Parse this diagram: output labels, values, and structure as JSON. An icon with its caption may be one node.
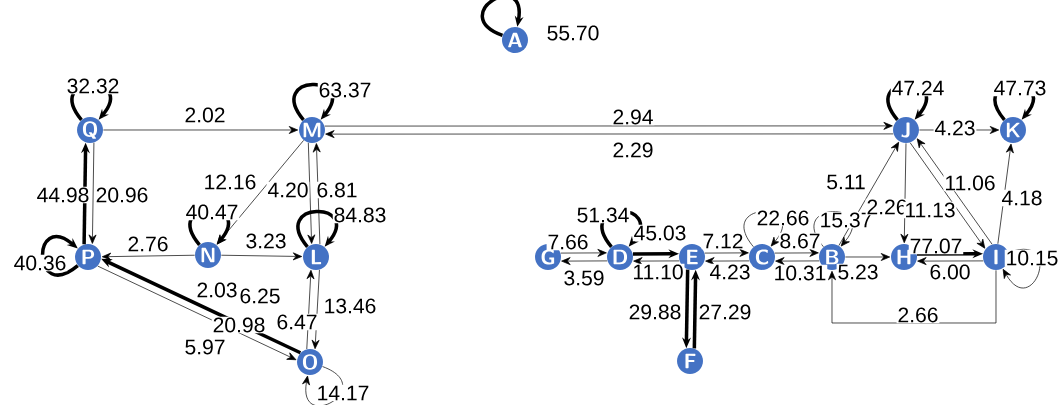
{
  "diagram": {
    "nodes": [
      {
        "text": [
          "A"
        ]
      },
      {
        "text": [
          "Q"
        ]
      },
      {
        "text": [
          "M"
        ]
      },
      {
        "text": [
          "J"
        ]
      },
      {
        "text": [
          "K"
        ]
      },
      {
        "text": [
          "P"
        ]
      },
      {
        "text": [
          "N"
        ]
      },
      {
        "text": [
          "L"
        ]
      },
      {
        "text": [
          "G"
        ]
      },
      {
        "text": [
          "D"
        ]
      },
      {
        "text": [
          "E"
        ]
      },
      {
        "text": [
          "C"
        ]
      },
      {
        "text": [
          "B"
        ]
      },
      {
        "text": [
          "H"
        ]
      },
      {
        "text": [
          "I"
        ]
      },
      {
        "text": [
          "O"
        ]
      },
      {
        "text": [
          "F"
        ]
      }
    ],
    "edges": [
      {
        "from": 0,
        "to": 0,
        "arrow": "to",
        "label": "55.70",
        "style": "thick"
      },
      {
        "from": 1,
        "to": 1,
        "arrow": "to",
        "label": "32.32",
        "style": "thick"
      },
      {
        "from": 2,
        "to": 2,
        "arrow": "to",
        "label": "63.37",
        "style": "thick"
      },
      {
        "from": 3,
        "to": 3,
        "arrow": "to",
        "label": "47.24",
        "style": "thick"
      },
      {
        "from": 4,
        "to": 4,
        "arrow": "to",
        "label": "47.73",
        "style": "thick"
      },
      {
        "from": 5,
        "to": 5,
        "arrow": "to",
        "label": "40.36",
        "style": "thick"
      },
      {
        "from": 6,
        "to": 6,
        "arrow": "to",
        "label": "40.47",
        "style": "thick"
      },
      {
        "from": 7,
        "to": 7,
        "arrow": "to",
        "label": "84.83",
        "style": "thick"
      },
      {
        "from": 15,
        "to": 15,
        "arrow": "to",
        "label": "14.17"
      },
      {
        "from": 9,
        "to": 9,
        "arrow": "to",
        "label": "51.34",
        "style": "thick"
      },
      {
        "from": 11,
        "to": 11,
        "arrow": "to",
        "label": "22.66"
      },
      {
        "from": 12,
        "to": 12,
        "arrow": "to",
        "label": "15.37"
      },
      {
        "from": 14,
        "to": 14,
        "arrow": "to",
        "label": "10.15"
      },
      {
        "from": 1,
        "to": 2,
        "arrow": "to",
        "label": "2.02"
      },
      {
        "from": 2,
        "to": 3,
        "arrow": "to",
        "label": "2.94"
      },
      {
        "from": 3,
        "to": 2,
        "arrow": "to",
        "label": "2.29"
      },
      {
        "from": 2,
        "to": 6,
        "arrow": "to",
        "label": "12.16"
      },
      {
        "from": 2,
        "to": 7,
        "arrow": "to",
        "label": "4.20"
      },
      {
        "from": 7,
        "to": 2,
        "arrow": "to",
        "label": "6.81"
      },
      {
        "from": 6,
        "to": 5,
        "arrow": "to",
        "label": "2.76"
      },
      {
        "from": 6,
        "to": 7,
        "arrow": "to",
        "label": "3.23"
      },
      {
        "from": 5,
        "to": 1,
        "arrow": "to",
        "label": "44.98",
        "style": "thick"
      },
      {
        "from": 1,
        "to": 5,
        "arrow": "to",
        "label": "20.96"
      },
      {
        "from": 15,
        "to": 5,
        "arrow": "to",
        "label": "20.98",
        "style": "thick"
      },
      {
        "from": 5,
        "to": 15,
        "arrow": "to",
        "label": "5.97"
      },
      {
        "from": 7,
        "to": 15,
        "arrow": "to",
        "label": "13.46"
      },
      {
        "from": 15,
        "to": 7,
        "arrow": "to",
        "label": "6.47"
      },
      {
        "from": 8,
        "to": 9,
        "arrow": "to",
        "label": "7.66"
      },
      {
        "from": 9,
        "to": 8,
        "arrow": "to",
        "label": "3.59"
      },
      {
        "from": 9,
        "to": 10,
        "arrow": "to",
        "label": "45.03",
        "style": "thick"
      },
      {
        "from": 10,
        "to": 9,
        "arrow": "to",
        "label": "11.10"
      },
      {
        "from": 10,
        "to": 11,
        "arrow": "to",
        "label": "7.12"
      },
      {
        "from": 11,
        "to": 10,
        "arrow": "to",
        "label": "4.23"
      },
      {
        "from": 11,
        "to": 12,
        "arrow": "to",
        "label": "8.67"
      },
      {
        "from": 12,
        "to": 11,
        "arrow": "to",
        "label": "10.31"
      },
      {
        "from": 12,
        "to": 3,
        "arrow": "to",
        "label": "5.11"
      },
      {
        "from": 12,
        "to": 13,
        "arrow": "to",
        "label": "5.23"
      },
      {
        "from": 3,
        "to": 13,
        "arrow": "to",
        "label": "2.26"
      },
      {
        "from": 3,
        "to": 14,
        "arrow": "to",
        "label": "11.13"
      },
      {
        "from": 14,
        "to": 3,
        "arrow": "to",
        "label": "11.06"
      },
      {
        "from": 3,
        "to": 4,
        "arrow": "to",
        "label": "4.23"
      },
      {
        "from": 14,
        "to": 4,
        "arrow": "to",
        "label": "4.18"
      },
      {
        "from": 13,
        "to": 14,
        "arrow": "to",
        "label": "77.07",
        "style": "thick"
      },
      {
        "from": 14,
        "to": 13,
        "arrow": "to",
        "label": "6.00"
      },
      {
        "from": 14,
        "to": 12,
        "arrow": "to",
        "label": "2.66"
      },
      {
        "from": 10,
        "to": 16,
        "arrow": "to",
        "label": "29.88",
        "style": "thick"
      },
      {
        "from": 16,
        "to": 10,
        "arrow": "to",
        "label": "27.29",
        "style": "thick"
      }
    ],
    "labels": [
      "2.03",
      "6.25"
    ]
  }
}
